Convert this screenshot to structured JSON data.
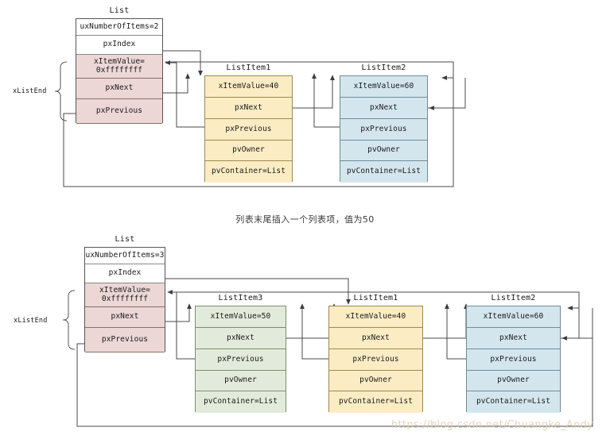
{
  "diagram": {
    "kind": "freertos-linked-list-insert-end",
    "caption": "列表末尾插入一个列表项，值为50",
    "watermark": "https://blog.csdn.net/Chuangke_Andy",
    "brace_label": "xListEnd",
    "colors": {
      "list_end_fill": "#ecd6d6",
      "item1_fill": "#fcecc4",
      "item2_fill": "#d3e6ee",
      "item3_fill": "#e2ebdb",
      "wire": "#4a4a4a",
      "watermark": "#d8c9a8"
    }
  },
  "top": {
    "list": {
      "title": "List",
      "rows": [
        "uxNumberOfItems=2",
        "pxIndex",
        "xItemValue=\n0xffffffff",
        "pxNext",
        "pxPrevious"
      ]
    },
    "item1": {
      "title": "ListItem1",
      "rows": [
        "xItemValue=40",
        "pxNext",
        "pxPrevious",
        "pvOwner",
        "pvContainer=List"
      ]
    },
    "item2": {
      "title": "ListItem2",
      "rows": [
        "xItemValue=60",
        "pxNext",
        "pxPrevious",
        "pvOwner",
        "pvContainer=List"
      ]
    }
  },
  "bottom": {
    "list": {
      "title": "List",
      "rows": [
        "uxNumberOfItems=3",
        "pxIndex",
        "xItemValue=\n0xffffffff",
        "pxNext",
        "pxPrevious"
      ]
    },
    "item3": {
      "title": "ListItem3",
      "rows": [
        "xItemValue=50",
        "pxNext",
        "pxPrevious",
        "pvOwner",
        "pvContainer=List"
      ]
    },
    "item1": {
      "title": "ListItem1",
      "rows": [
        "xItemValue=40",
        "pxNext",
        "pxPrevious",
        "pvOwner",
        "pvContainer=List"
      ]
    },
    "item2": {
      "title": "ListItem2",
      "rows": [
        "xItemValue=60",
        "pxNext",
        "pxPrevious",
        "pvOwner",
        "pvContainer=List"
      ]
    }
  }
}
